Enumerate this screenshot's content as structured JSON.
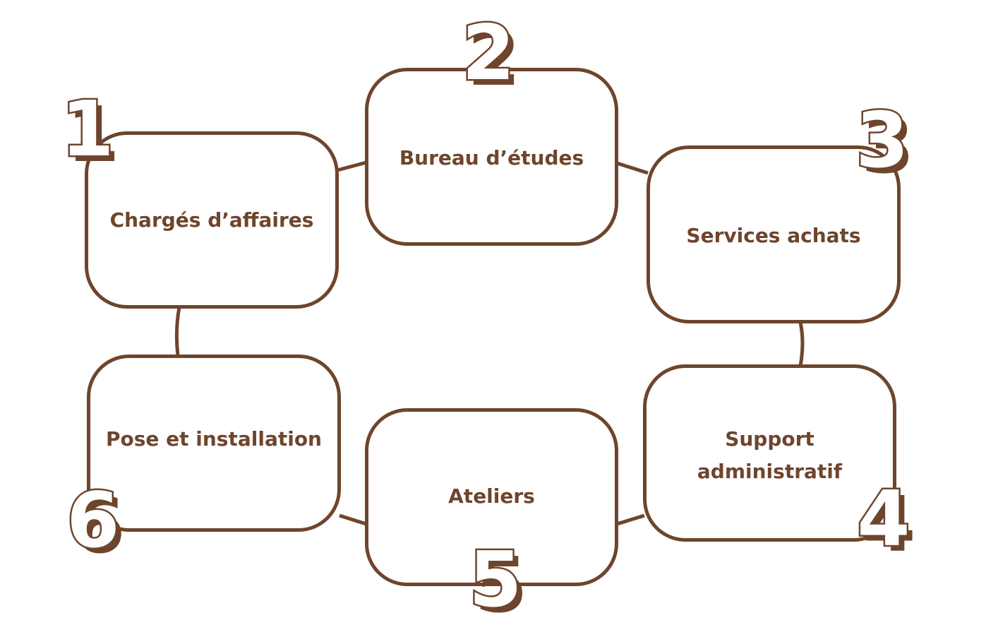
{
  "colors": {
    "accent": "#6e452c",
    "background": "#ffffff"
  },
  "steps": [
    {
      "number": "1",
      "label": "Chargés d’affaires"
    },
    {
      "number": "2",
      "label": "Bureau d’études"
    },
    {
      "number": "3",
      "label": "Services achats"
    },
    {
      "number": "4",
      "label": "Support administratif"
    },
    {
      "number": "5",
      "label": "Ateliers"
    },
    {
      "number": "6",
      "label": "Pose et installation"
    }
  ]
}
